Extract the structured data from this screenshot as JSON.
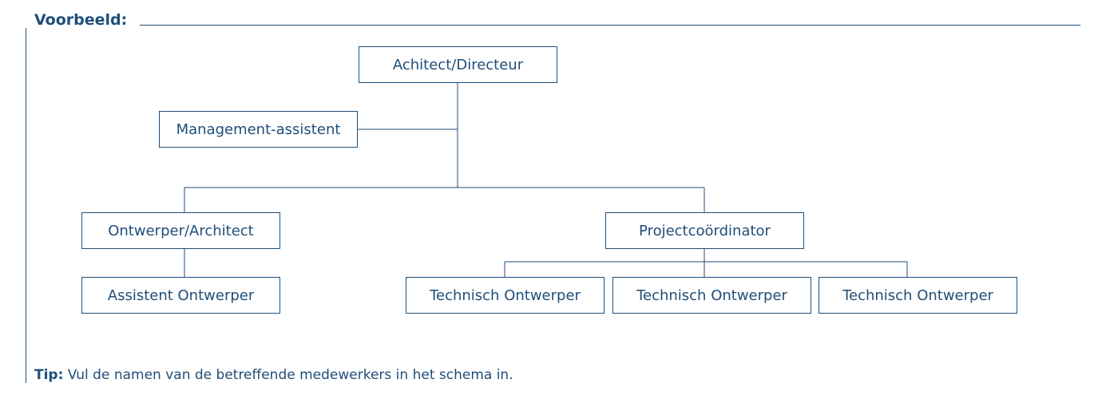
{
  "heading": "Voorbeeld:",
  "nodes": {
    "director": "Achitect/Directeur",
    "management_assistant": "Management-assistent",
    "designer_architect": "Ontwerper/Architect",
    "project_coordinator": "Projectcoördinator",
    "assistant_designer": "Assistent Ontwerper",
    "technical_designer_1": "Technisch Ontwerper",
    "technical_designer_2": "Technisch Ontwerper",
    "technical_designer_3": "Technisch Ontwerper"
  },
  "tip": {
    "label": "Tip:",
    "text": " Vul de namen van de betreffende medewerkers in het schema in."
  },
  "colors": {
    "primary": "#1f4e79"
  }
}
